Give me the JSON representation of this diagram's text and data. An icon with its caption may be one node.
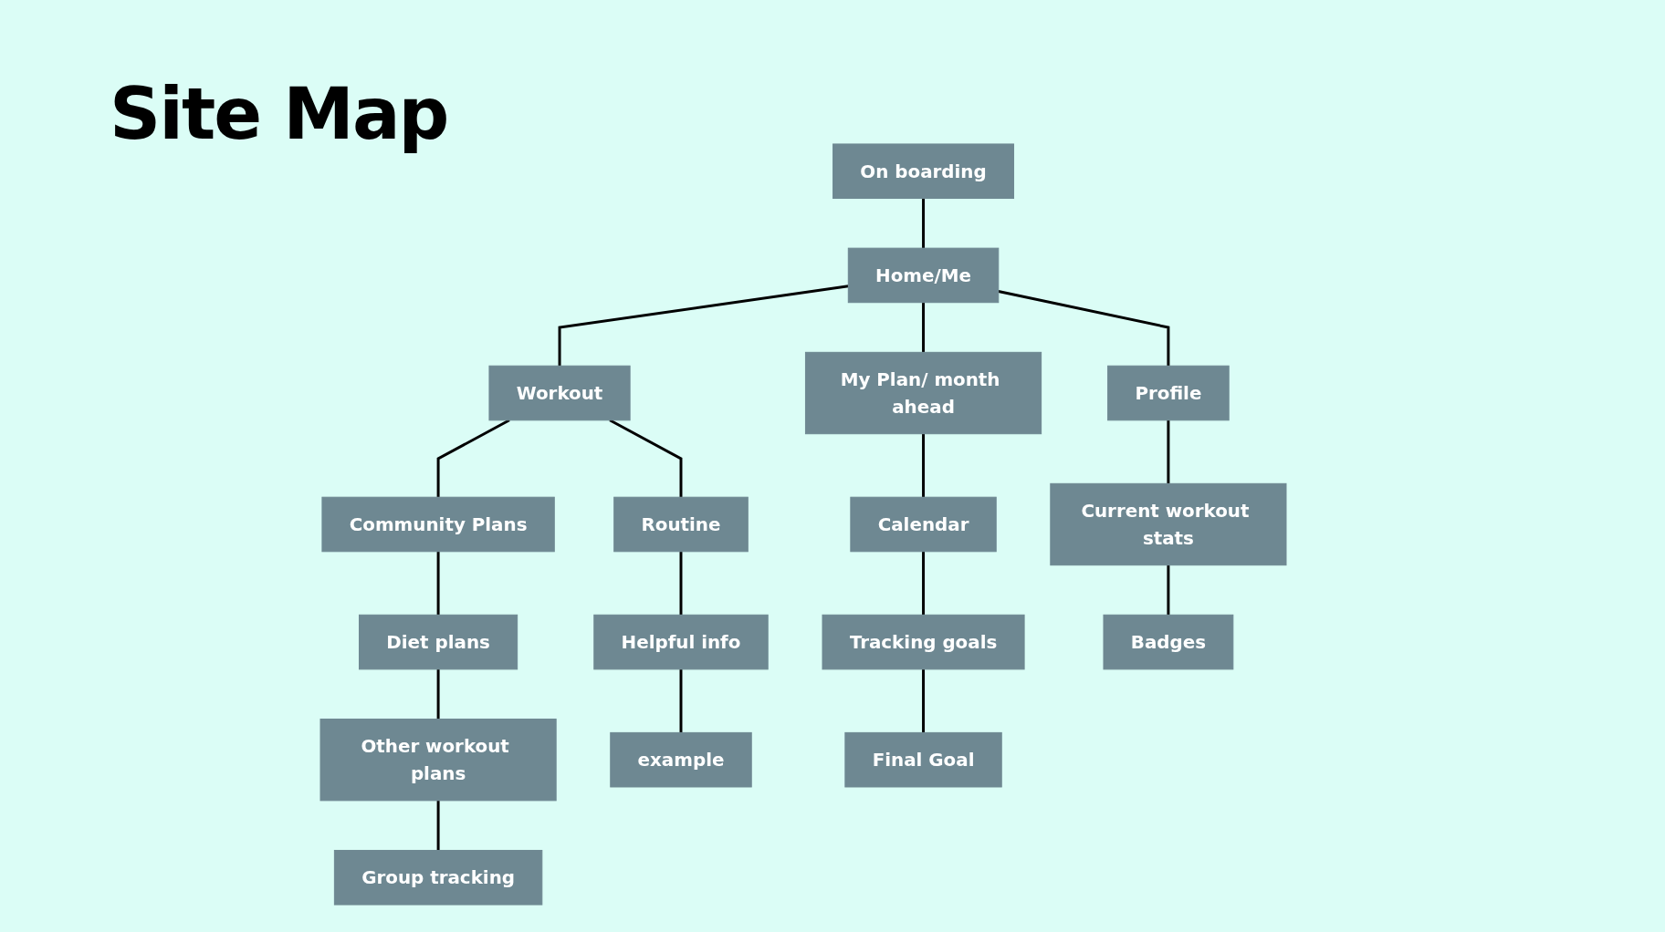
{
  "diagram": {
    "title": "Site Map",
    "nodes": [
      {
        "text": [
          "On boarding"
        ]
      },
      {
        "text": [
          "Home/Me"
        ]
      },
      {
        "text": [
          "Community Plans"
        ]
      },
      {
        "text": [
          "Workout"
        ]
      },
      {
        "text": [
          "My Plan/ month ahead"
        ]
      },
      {
        "text": [
          "Diet plans"
        ]
      },
      {
        "text": [
          "Routine"
        ]
      },
      {
        "text": [
          "Profile"
        ]
      },
      {
        "text": [
          "Calendar"
        ]
      },
      {
        "text": [
          "Other workout plans"
        ]
      },
      {
        "text": [
          "Helpful info"
        ]
      },
      {
        "text": [
          "Current workout stats"
        ]
      },
      {
        "text": [
          "Tracking goals"
        ]
      },
      {
        "text": [
          "Group tracking"
        ]
      },
      {
        "text": [
          "example"
        ]
      },
      {
        "text": [
          "Badges"
        ]
      },
      {
        "text": [
          "Final Goal"
        ]
      }
    ],
    "edges": [
      {
        "from": 0,
        "to": 1,
        "arrow": "none"
      },
      {
        "from": 1,
        "to": 3,
        "arrow": "none"
      },
      {
        "from": 1,
        "to": 7,
        "arrow": "none"
      },
      {
        "from": 1,
        "to": 4,
        "arrow": "none"
      },
      {
        "from": 3,
        "to": 2,
        "arrow": "none"
      },
      {
        "from": 2,
        "to": 5,
        "arrow": "none"
      },
      {
        "from": 5,
        "to": 9,
        "arrow": "none"
      },
      {
        "from": 9,
        "to": 13,
        "arrow": "none"
      },
      {
        "from": 3,
        "to": 6,
        "arrow": "none"
      },
      {
        "from": 6,
        "to": 10,
        "arrow": "none"
      },
      {
        "from": 10,
        "to": 14,
        "arrow": "none"
      },
      {
        "from": 7,
        "to": 11,
        "arrow": "none"
      },
      {
        "from": 11,
        "to": 15,
        "arrow": "none"
      },
      {
        "from": 4,
        "to": 8,
        "arrow": "none"
      },
      {
        "from": 8,
        "to": 12,
        "arrow": "none"
      },
      {
        "from": 12,
        "to": 16,
        "arrow": "none"
      }
    ]
  }
}
